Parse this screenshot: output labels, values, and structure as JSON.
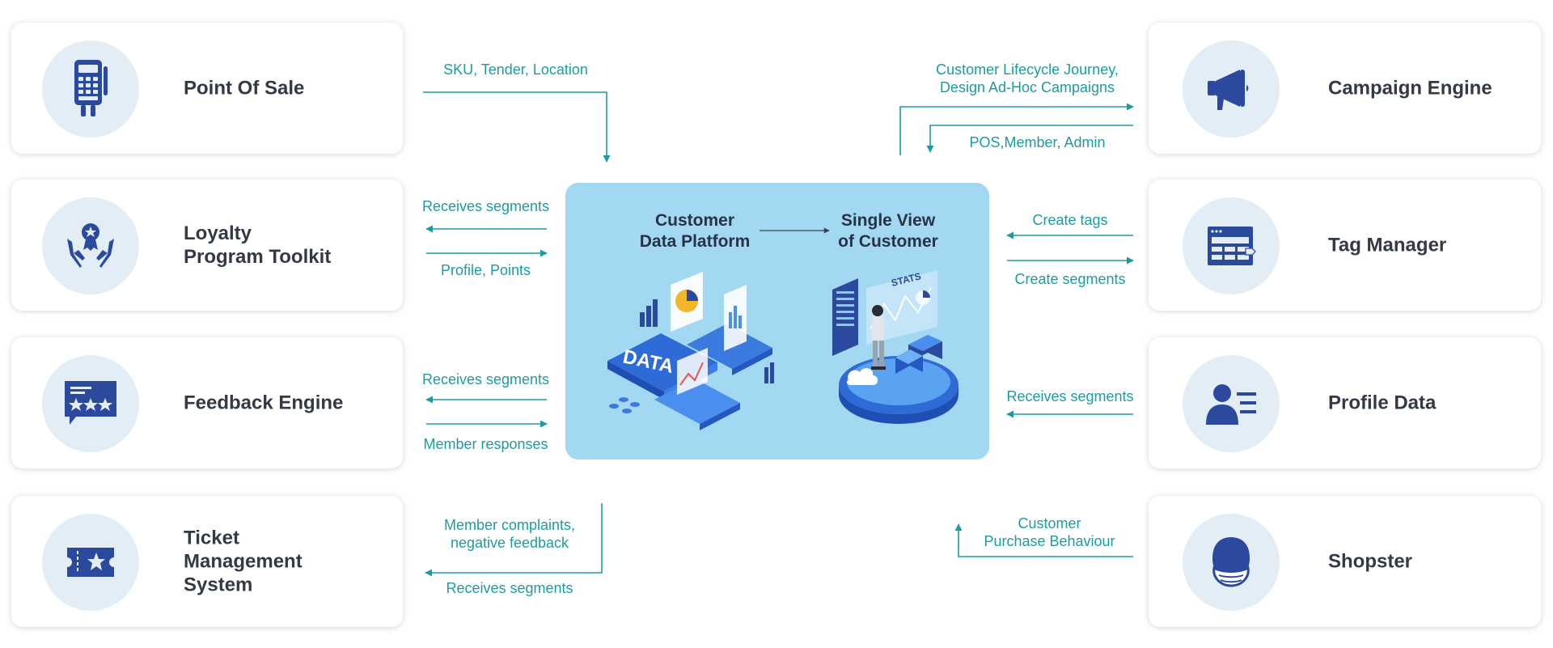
{
  "systems_left": [
    {
      "label": "Point Of Sale",
      "icon": "pos-terminal-icon"
    },
    {
      "label": "Loyalty\nProgram Toolkit",
      "icon": "loyalty-hands-icon"
    },
    {
      "label": "Feedback Engine",
      "icon": "rating-chat-icon"
    },
    {
      "label": "Ticket\nManagement\nSystem",
      "icon": "ticket-star-icon"
    }
  ],
  "systems_right": [
    {
      "label": "Campaign Engine",
      "icon": "megaphone-icon"
    },
    {
      "label": "Tag Manager",
      "icon": "browser-tag-icon"
    },
    {
      "label": "Profile Data",
      "icon": "user-profile-icon"
    },
    {
      "label": "Shopster",
      "icon": "masked-person-icon"
    }
  ],
  "center": {
    "left_title": "Customer\nData Platform",
    "right_title": "Single View\nof Customer",
    "data_text": "DATA",
    "panel_text": "STATS"
  },
  "flows": {
    "pos": "SKU, Tender, Location",
    "loyalty_out": "Receives segments",
    "loyalty_in": "Profile, Points",
    "feedback_out": "Receives segments",
    "feedback_in": "Member responses",
    "ticket_in": "Member complaints,\nnegative feedback",
    "ticket_out": "Receives segments",
    "campaign_out": "Customer Lifecycle Journey,\nDesign Ad-Hoc Campaigns",
    "campaign_in": "POS,Member, Admin",
    "tag_in": "Create tags",
    "tag_out": "Create segments",
    "profile_out": "Receives segments",
    "shopster_in": "Customer\nPurchase Behaviour"
  },
  "colors": {
    "accent": "#1e9ba0",
    "icon_blue": "#2b4a9e",
    "circle_bg": "#e3edf5",
    "center_bg": "#a3d8f3",
    "text_dark": "#333a45"
  }
}
